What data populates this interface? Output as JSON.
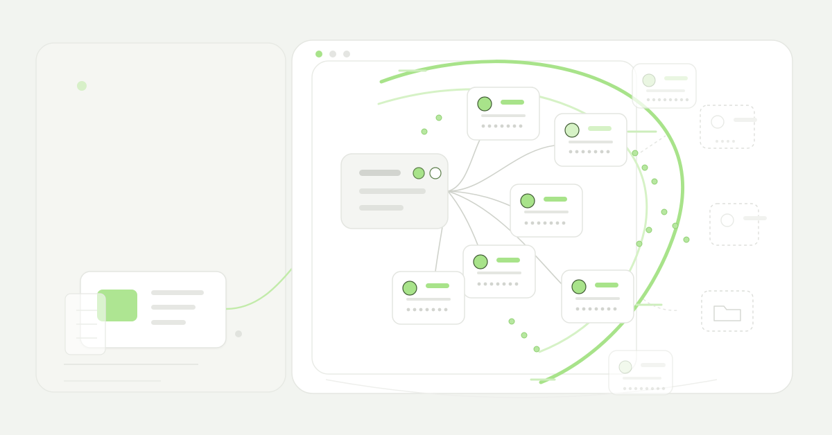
{
  "canvas": {
    "background": "#f2f4f0",
    "accent_green": "#a8e38a",
    "accent_green_dark": "#7fd45a",
    "line_gray": "#cfd2cb",
    "placeholder_gray": "#e6e7e3"
  },
  "left_panel": {
    "card_icon": "green-square-icon",
    "document_icon": "document-icon"
  },
  "window": {
    "controls": [
      "window-control-green",
      "window-control-gray",
      "window-control-gray"
    ]
  },
  "diagram": {
    "hub_node": {
      "icons": [
        "green-circle-icon",
        "empty-circle-icon"
      ]
    },
    "child_nodes": [
      {
        "name": "node-top",
        "avatar": "green-avatar-icon"
      },
      {
        "name": "node-upper-right",
        "avatar": "light-green-avatar-icon"
      },
      {
        "name": "node-middle-right",
        "avatar": "green-avatar-icon"
      },
      {
        "name": "node-center-bottom",
        "avatar": "green-avatar-icon"
      },
      {
        "name": "node-bottom-left",
        "avatar": "green-avatar-icon"
      },
      {
        "name": "node-bottom-right",
        "avatar": "green-avatar-icon"
      }
    ],
    "ghost_nodes": [
      "ghost-card-top",
      "ghost-card-bottom"
    ],
    "dashed_placeholders": [
      {
        "name": "dashed-card-avatar",
        "icon": "avatar-placeholder-icon"
      },
      {
        "name": "dashed-card-circle",
        "icon": "circle-placeholder-icon"
      },
      {
        "name": "dashed-card-folder",
        "icon": "folder-icon"
      }
    ]
  }
}
